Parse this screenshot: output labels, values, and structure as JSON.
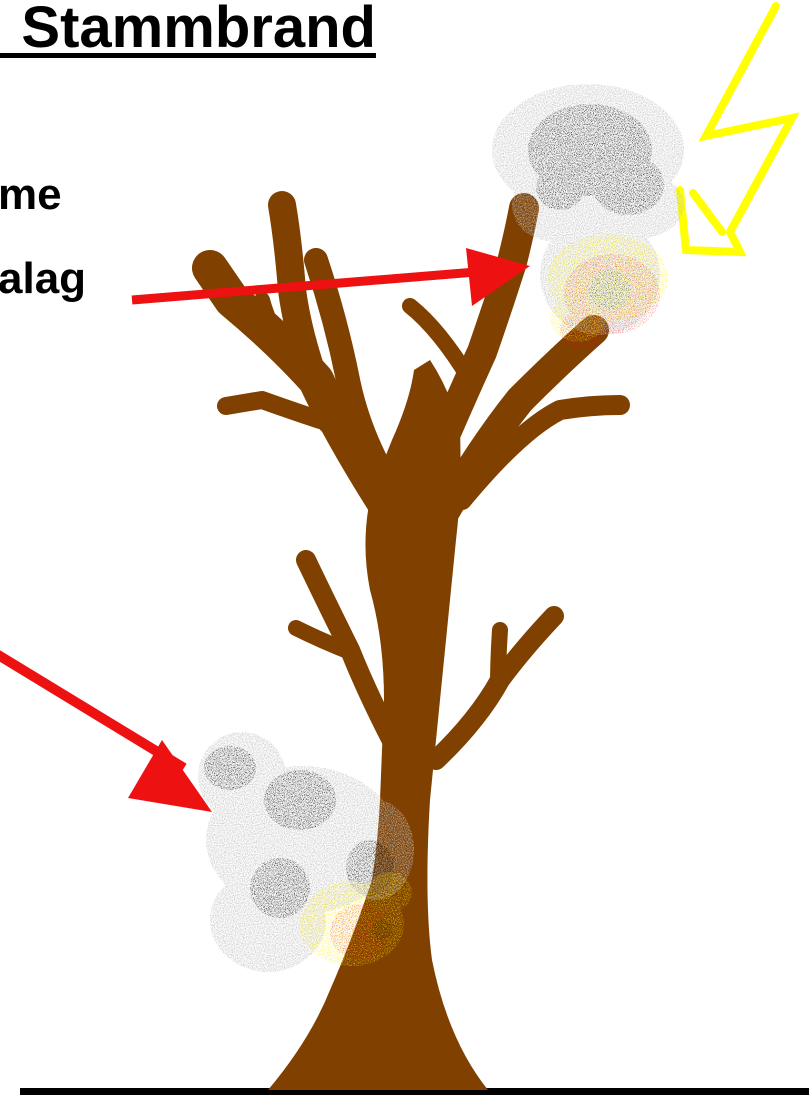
{
  "title": ": Stammbrand",
  "labels": {
    "line1": "me",
    "line2": "alag"
  },
  "colors": {
    "trunk": "#7f4000",
    "arrow": "#ee1111",
    "lightning": "#ffff00",
    "smoke_light": "#c0c0c0",
    "smoke_dark": "#000000",
    "fire_yellow": "#ffee00",
    "fire_red": "#e01010",
    "ground": "#000000"
  },
  "icons": [
    "lightning-bolt-icon",
    "tree-icon",
    "smoke-icon",
    "fire-icon",
    "arrow-icon"
  ]
}
